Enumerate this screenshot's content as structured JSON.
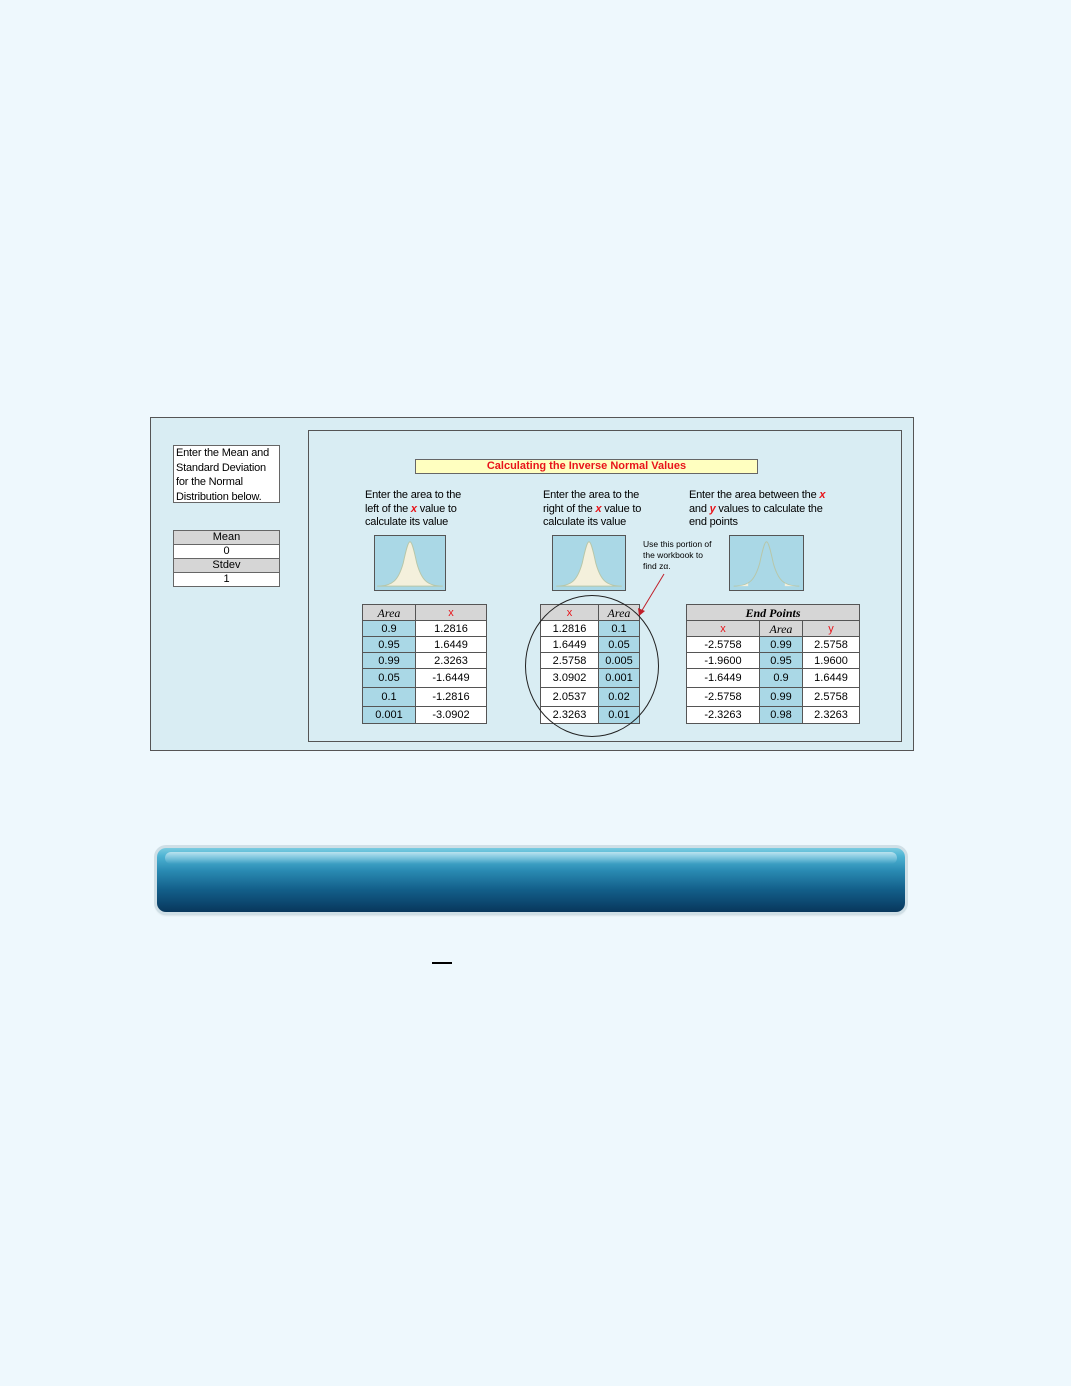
{
  "sidebar": {
    "instruction": "Enter the Mean and Standard Deviation for the Normal Distribution below.",
    "mean_label": "Mean",
    "mean_value": "0",
    "stdev_label": "Stdev",
    "stdev_value": "1"
  },
  "title": "Calculating the Inverse Normal Values",
  "left_block": {
    "instruction_pre": "Enter the area to the left of the ",
    "instruction_var": "x",
    "instruction_post": " value to calculate its value",
    "headers": [
      "Area",
      "x"
    ],
    "rows": [
      [
        "0.9",
        "1.2816"
      ],
      [
        "0.95",
        "1.6449"
      ],
      [
        "0.99",
        "2.3263"
      ],
      [
        "0.05",
        "-1.6449"
      ],
      [
        "0.1",
        "-1.2816"
      ],
      [
        "0.001",
        "-3.0902"
      ]
    ]
  },
  "middle_block": {
    "instruction_pre": "Enter the area to the right of the ",
    "instruction_var": "x",
    "instruction_post": " value to calculate its value",
    "headers": [
      "x",
      "Area"
    ],
    "rows": [
      [
        "1.2816",
        "0.1"
      ],
      [
        "1.6449",
        "0.05"
      ],
      [
        "2.5758",
        "0.005"
      ],
      [
        "3.0902",
        "0.001"
      ],
      [
        "2.0537",
        "0.02"
      ],
      [
        "2.3263",
        "0.01"
      ]
    ],
    "annotation": "Use this portion of the workbook to find zα."
  },
  "right_block": {
    "instruction_pre": "Enter the area between the ",
    "instruction_var1": "x",
    "instruction_mid": " and ",
    "instruction_var2": "y",
    "instruction_post": " values to calculate the end points",
    "group_header": "End Points",
    "headers": [
      "x",
      "Area",
      "y"
    ],
    "rows": [
      [
        "-2.5758",
        "0.99",
        "2.5758"
      ],
      [
        "-1.9600",
        "0.95",
        "1.9600"
      ],
      [
        "-1.6449",
        "0.9",
        "1.6449"
      ],
      [
        "-2.5758",
        "0.99",
        "2.5758"
      ],
      [
        "-2.3263",
        "0.98",
        "2.3263"
      ]
    ]
  },
  "colors": {
    "page_bg": "#eef8fd",
    "panel_bg": "#d9edf3",
    "input_cell": "#aad8e6",
    "accent_red": "#e8141a",
    "title_bg": "#ffffc0"
  }
}
